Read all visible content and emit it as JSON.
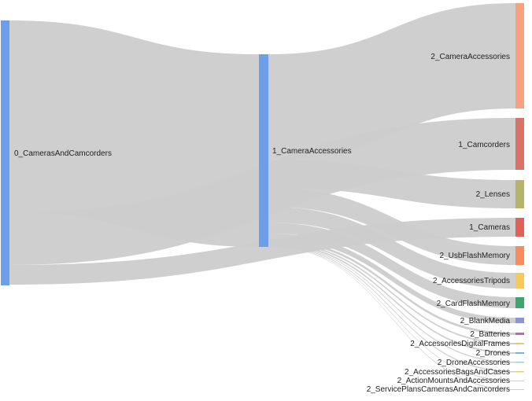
{
  "diagram": {
    "type": "sankey",
    "nodes": [
      {
        "id": "n0",
        "label": "0_CamerasAndCamcorders",
        "color": "#6d9eeb"
      },
      {
        "id": "n1",
        "label": "1_CameraAccessories",
        "color": "#6d9eeb"
      },
      {
        "id": "n2",
        "label": "2_CameraAccessories",
        "color": "#f9a07e"
      },
      {
        "id": "n3",
        "label": "1_Camcorders",
        "color": "#d9736a"
      },
      {
        "id": "n4",
        "label": "2_Lenses",
        "color": "#b5b46a"
      },
      {
        "id": "n5",
        "label": "1_Cameras",
        "color": "#e0615a"
      },
      {
        "id": "n6",
        "label": "2_UsbFlashMemory",
        "color": "#f98c5f"
      },
      {
        "id": "n7",
        "label": "2_AccessoriesTripods",
        "color": "#f7c95c"
      },
      {
        "id": "n8",
        "label": "2_CardFlashMemory",
        "color": "#3aa86b"
      },
      {
        "id": "n9",
        "label": "2_BlankMedia",
        "color": "#8b95d1"
      },
      {
        "id": "n10",
        "label": "2_Batteries",
        "color": "#c45fc4"
      },
      {
        "id": "n11",
        "label": "2_AccessoriesDigitalFrames",
        "color": "#f2c56b"
      },
      {
        "id": "n12",
        "label": "2_Drones",
        "color": "#6cb6e8"
      },
      {
        "id": "n13",
        "label": "2_DroneAccessories",
        "color": "#9fd5c9"
      },
      {
        "id": "n14",
        "label": "2_AccessoriesBagsAndCases",
        "color": "#d6d676"
      },
      {
        "id": "n15",
        "label": "2_ActionMountsAndAccessories",
        "color": "#cfcfcf"
      },
      {
        "id": "n16",
        "label": "2_ServicePlansCamerasAndCamcorders",
        "color": "#cfcfcf"
      }
    ]
  }
}
